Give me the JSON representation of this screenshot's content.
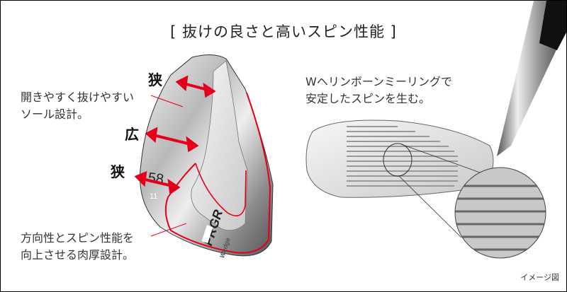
{
  "title": "[ 抜けの良さと高いスピン性能 ]",
  "left_callouts": {
    "sole": [
      "開きやすく抜けやすい",
      "ソール設計。"
    ],
    "thickness": [
      "方向性とスピン性能を",
      "向上させる肉厚設計。"
    ]
  },
  "width_labels": {
    "top": "狭",
    "middle": "広",
    "bottom": "狭"
  },
  "right_callout": [
    "Wヘリンボーンミーリングで",
    "安定したスピンを生む。"
  ],
  "club_markings": {
    "brand": "PRGR",
    "model": "Wedge",
    "loft": "58",
    "bounce": "11"
  },
  "note": "イメージ図",
  "colors": {
    "accent_red": "#e4001b",
    "text": "#222222"
  }
}
